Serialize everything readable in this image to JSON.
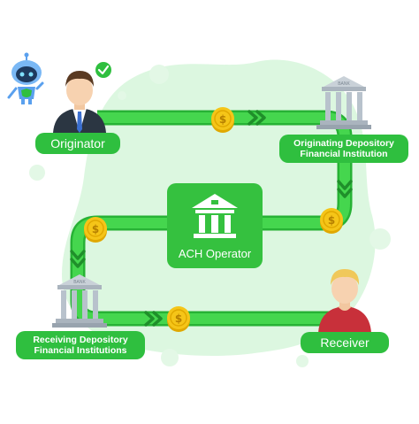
{
  "diagram": {
    "nodes": {
      "originator": "Originator",
      "odfi_line1": "Originating Depository",
      "odfi_line2": "Financial Institution",
      "ach_operator": "ACH Operator",
      "rdfi_line1": "Receiving Depository",
      "rdfi_line2": "Financial Institutions",
      "receiver": "Receiver"
    },
    "coin_symbol": "$",
    "bank_sign": "BANK",
    "icons": [
      "robot-mascot-icon",
      "checkmark-icon",
      "bank-icon",
      "coin-icon",
      "double-chevron-icon",
      "person-icon"
    ],
    "colors": {
      "accent": "#2fbf3f",
      "path": "#45d64e",
      "path_edge": "#27b235",
      "blob": "#dcf7e0",
      "coin": "#f5c518",
      "coin_edge": "#e0a800",
      "bank": "#b8c2cc",
      "suit": "#2b3642",
      "shirt_red": "#c8303a",
      "robot": "#5aa0ee"
    }
  }
}
